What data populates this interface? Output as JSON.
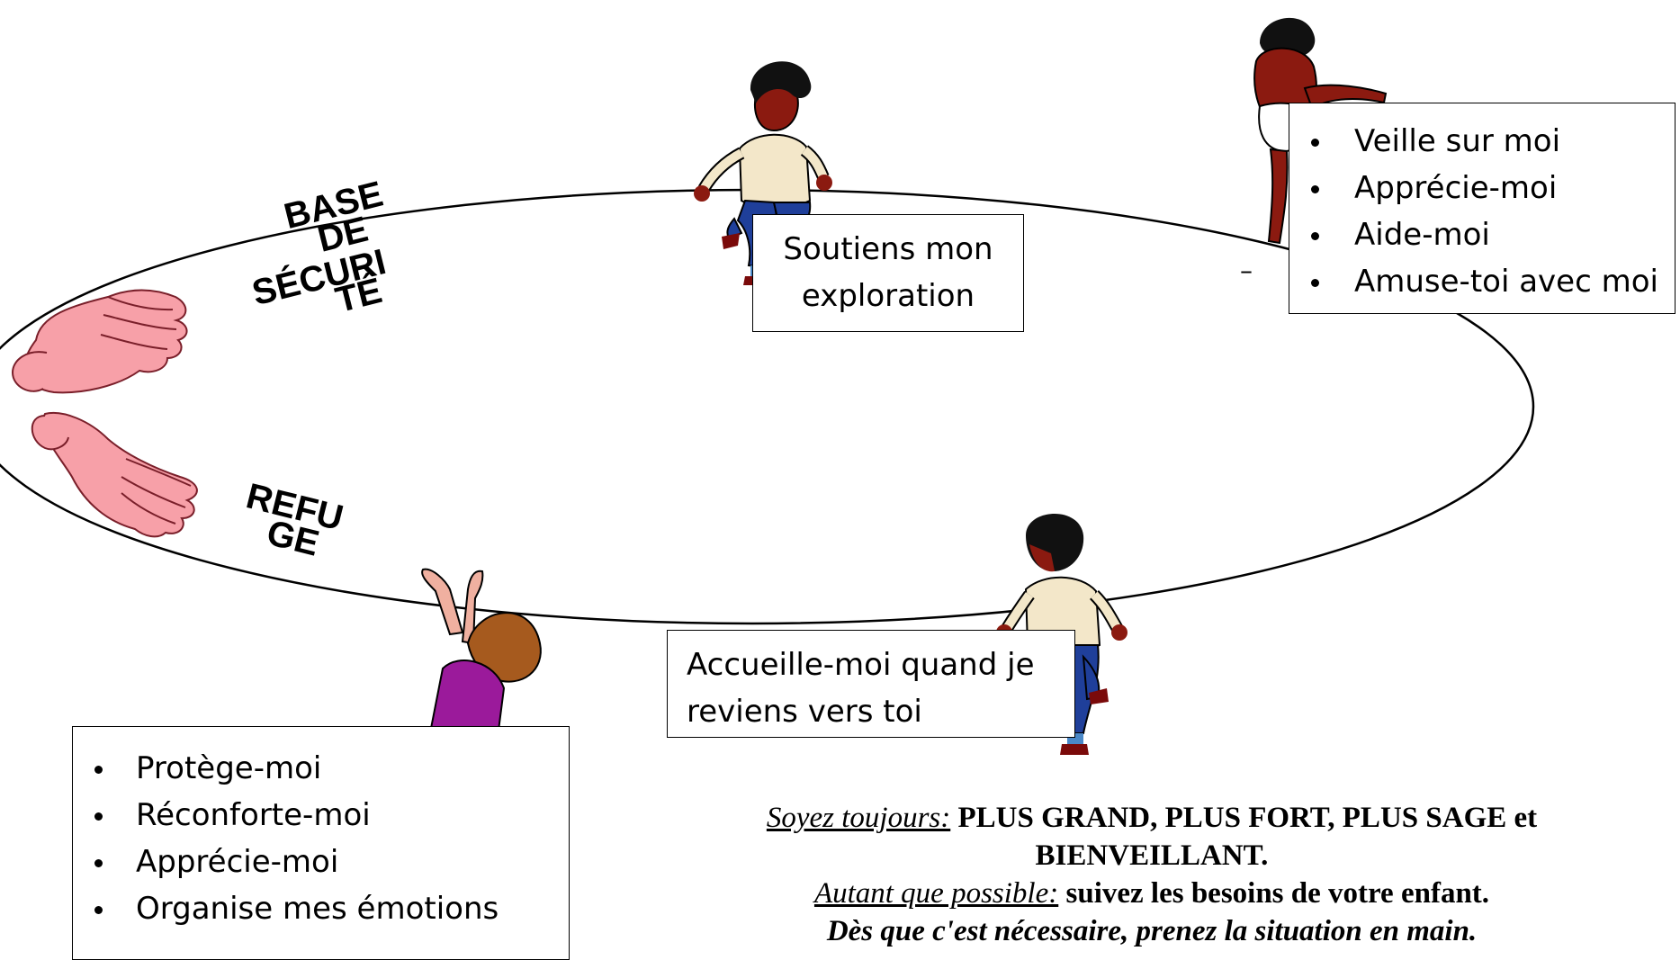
{
  "diagram": {
    "labels": {
      "secure_base": [
        "BASE",
        "DE",
        "SÉCURI",
        "TÉ"
      ],
      "safe_haven": [
        "REFU",
        "GE"
      ]
    },
    "explore_box": {
      "lines": [
        "Soutiens mon",
        "exploration"
      ]
    },
    "watch_box": {
      "items": [
        "Veille sur moi",
        "Apprécie-moi",
        "Aide-moi",
        "Amuse-toi avec moi"
      ]
    },
    "welcome_box": {
      "lines": [
        "Accueille-moi quand je",
        "reviens vers toi"
      ]
    },
    "protect_box": {
      "items": [
        "Protège-moi",
        "Réconforte-moi",
        "Apprécie-moi",
        "Organise mes émotions"
      ]
    },
    "dash": "–"
  },
  "caption": {
    "line1_lead": "Soyez toujours:",
    "line1_rest": " PLUS GRAND, PLUS FORT, PLUS SAGE et BIENVEILLANT.",
    "line2_lead": "Autant que possible:",
    "line2_rest": " suivez les besoins de votre enfant.",
    "line3": "Dès que c'est nécessaire, prenez la situation en main."
  },
  "colors": {
    "hand_fill": "#f7a0a8",
    "hand_stroke": "#7a1f2a",
    "skin_dark": "#8b1a10",
    "shirt": "#f3e7c9",
    "jeans": "#1f3f9a",
    "shoe": "#7a0a0a",
    "purple_top": "#9b1a9b",
    "hair_brown": "#a65a1e"
  }
}
